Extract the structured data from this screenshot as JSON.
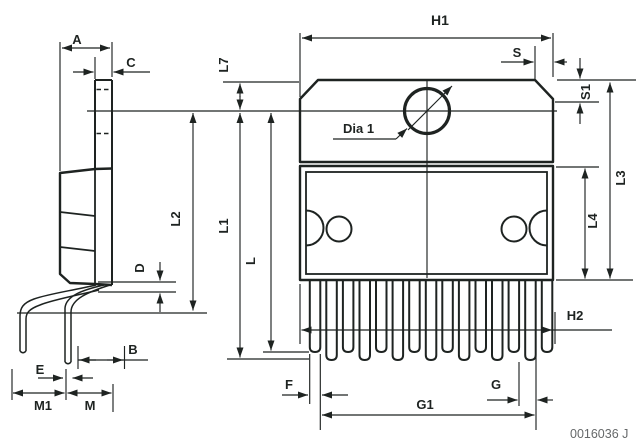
{
  "drawing": {
    "code": "0016036 J",
    "front_view": {
      "pin_count": 15
    },
    "colors": {
      "line": "#1e2321",
      "code_text": "#66696a",
      "background": "#ffffff"
    },
    "labels": {
      "h1": "H1",
      "a": "A",
      "c": "C",
      "l7": "L7",
      "s": "S",
      "s1": "S1",
      "dia1": "Dia 1",
      "l2": "L2",
      "l1": "L1",
      "l": "L",
      "l3": "L3",
      "l4": "L4",
      "d": "D",
      "h2": "H2",
      "b": "B",
      "e": "E",
      "m1": "M1",
      "m": "M",
      "f": "F",
      "g": "G",
      "g1": "G1"
    }
  }
}
